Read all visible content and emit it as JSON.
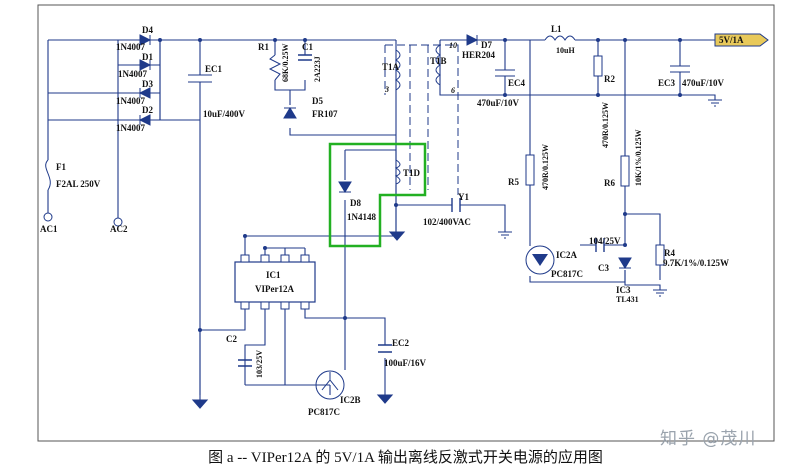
{
  "caption": "图 a -- VIPer12A 的 5V/1A 输出离线反激式开关电源的应用图",
  "watermark": "知乎 @茂川",
  "colors": {
    "wire": "#1f3a8a",
    "highlight": "#22b022",
    "output_tag": "#e8c95a",
    "text": "#111111"
  },
  "labels": {
    "d4": "D4",
    "d4_part": "1N4007",
    "d1": "D1",
    "d1_part": "1N4007",
    "d3": "D3",
    "d3_part": "1N4007",
    "d2": "D2",
    "d2_part": "1N4007",
    "ec1": "EC1",
    "ec1_val": "10uF/400V",
    "f1": "F1",
    "f1_val": "F2AL 250V",
    "ac1": "AC1",
    "ac2": "AC2",
    "r1": "R1",
    "r1_val": "68K/0.25W",
    "c1": "C1",
    "c1_val": "2A223J",
    "d5": "D5",
    "d5_part": "FR107",
    "t1a": "T1A",
    "t1b": "T1B",
    "t1d": "T1D",
    "pin_10": "10",
    "pin_6": "6",
    "pin_3": "3",
    "d7": "D7",
    "d7_part": "HER204",
    "l1": "L1",
    "l1_val": "10uH",
    "out": "5V/1A",
    "ec4": "EC4",
    "ec4_val": "470uF/10V",
    "r2": "R2",
    "r2_val": "470R/0.125W",
    "ec3": "EC3",
    "ec3_val": "470uF/10V",
    "r5": "R5",
    "r5_val": "470R/0.125W",
    "r6": "R6",
    "r6_val": "10K/1%/0.125W",
    "d8": "D8",
    "d8_part": "1N4148",
    "y1": "Y1",
    "y1_val": "102/400VAC",
    "ic2a": "IC2A",
    "ic2a_part": "PC817C",
    "c3": "C3",
    "c3_val": "104/25V",
    "r4": "R4",
    "r4_val": "9.7K/1%/0.125W",
    "ic3": "IC3",
    "ic3_part": "TL431",
    "ic1": "IC1",
    "ic1_part": "VIPer12A",
    "c2": "C2",
    "c2_val": "103/25V",
    "ec2": "EC2",
    "ec2_val": "100uF/16V",
    "ic2b": "IC2B",
    "ic2b_part": "PC817C"
  }
}
